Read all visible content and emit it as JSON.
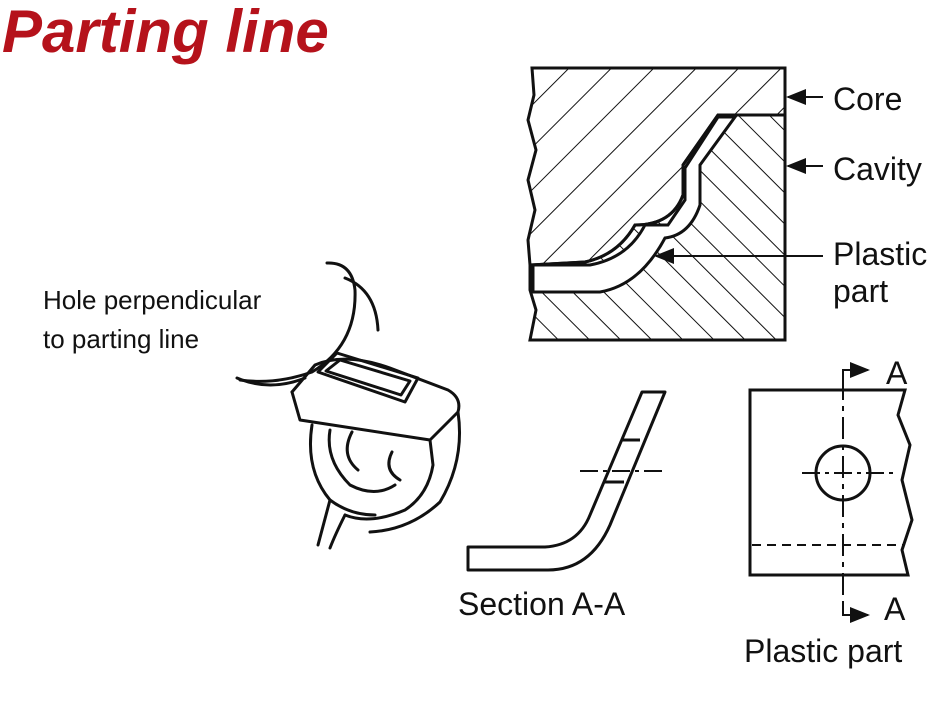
{
  "title": "Parting line",
  "colors": {
    "title": "#b5121b",
    "ink": "#111111",
    "background": "#ffffff"
  },
  "labels": {
    "core": "Core",
    "cavity": "Cavity",
    "plastic_part_line1": "Plastic",
    "plastic_part_line2": "part",
    "hole_line1": "Hole perpendicular",
    "hole_line2": "to parting line",
    "section_marker_top": "A",
    "section_marker_bottom": "A",
    "section_caption": "Section A-A",
    "plastic_part_caption": "Plastic part"
  }
}
